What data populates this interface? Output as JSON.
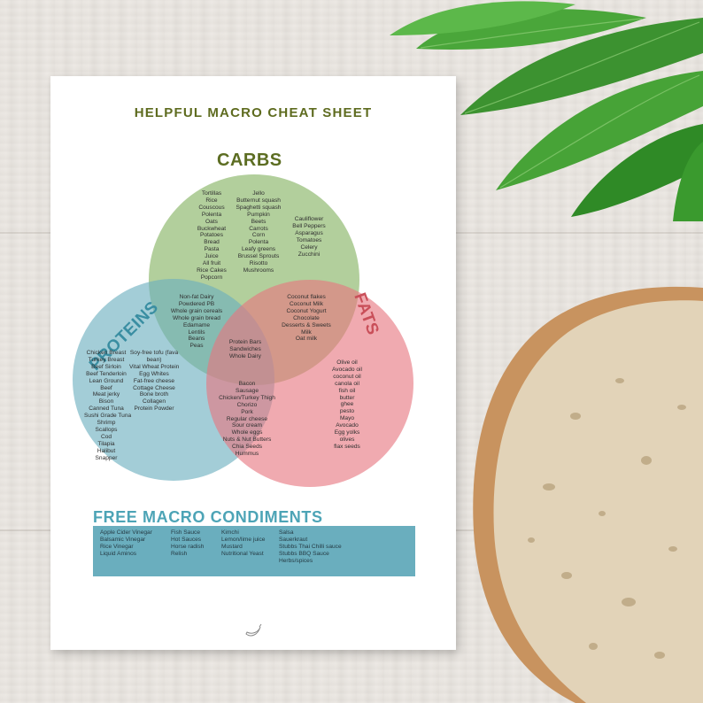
{
  "title": "HELPFUL MACRO CHEAT SHEET",
  "venn": {
    "carbs": {
      "label": "CARBS",
      "list1": [
        "Tortillas",
        "Rice",
        "Couscous",
        "Polenta",
        "Oats",
        "Buckwheat",
        "Potatoes",
        "Bread",
        "Pasta",
        "Juice",
        "All fruit",
        "Rice Cakes",
        "Popcorn"
      ],
      "list2": [
        "Jello",
        "Butternut squash",
        "Spaghetti squash",
        "Pumpkin",
        "Beets",
        "Carrots",
        "Corn",
        "Polenta",
        "Leafy greens",
        "Brussel Sprouts",
        "Risotto",
        "Mushrooms"
      ],
      "list3": [
        "Cauliflower",
        "Bell Peppers",
        "Asparagus",
        "Tomatoes",
        "Celery",
        "Zucchini"
      ]
    },
    "proteins": {
      "label": "PROTEINS",
      "list1": [
        "Chicken Breast",
        "Turkey Breast",
        "Beef Sirloin",
        "Beef Tenderloin",
        "Lean Ground",
        "Beef",
        "Meat jerky",
        "Bison",
        "Canned Tuna",
        "Sushi Grade Tuna",
        "Shrimp",
        "Scallops",
        "Cod",
        "Tilapia",
        "Halibut",
        "Snapper"
      ],
      "list2": [
        "Soy-free tofu (fava",
        "bean)",
        "Vital Wheat Protein",
        "Egg Whites",
        "Fat-free cheese",
        "Cottage Cheese",
        "Bone broth",
        "Collagen",
        "Protein Powder"
      ]
    },
    "fats": {
      "label": "FATS",
      "list": [
        "Olive oil",
        "Avocado oil",
        "coconut oil",
        "canola oil",
        "fish oil",
        "butter",
        "ghee",
        "pesto",
        "Mayo",
        "Avocado",
        "Egg yolks",
        "olives",
        "flax seeds"
      ]
    },
    "carbs_proteins": [
      "Non-fat Dairy",
      "Powdered PB",
      "Whole grain cereals",
      "Whole grain bread",
      "Edamame",
      "Lentils",
      "Beans",
      "Peas"
    ],
    "carbs_fats": [
      "Coconut flakes",
      "Coconut Milk",
      "Coconut Yogurt",
      "Chocolate",
      "Desserts & Sweets",
      "Milk",
      "Oat milk"
    ],
    "all_three": [
      "Protein Bars",
      "Sandwiches",
      "Whole Dairy"
    ],
    "proteins_fats": [
      "Bacon",
      "Sausage",
      "Chicken/Turkey Thigh",
      "Chorizo",
      "Pork",
      "Regular cheese",
      "Sour cream",
      "Whole eggs",
      "Nuts & Nut Butters",
      "Chia Seeds",
      "Hummus"
    ]
  },
  "condiments": {
    "heading": "FREE MACRO CONDIMENTS",
    "col1": [
      "Apple Cider Vinegar",
      "Balsamic Vinegar",
      "Rice Vinegar",
      "Liquid Aminos"
    ],
    "col2": [
      "Fish Sauce",
      "Hot Sauces",
      "Horse radish",
      "Relish"
    ],
    "col3": [
      "Kimchi",
      "Lemon/lime juice",
      "Mustard",
      "Nutritional Yeast"
    ],
    "col4": [
      "Salsa",
      "Sauerkraut",
      "Stubbs Thai Chilli sauce",
      "Stubbs BBQ Sauce",
      "Herbs/spices"
    ]
  },
  "icons": {
    "footer": "banana-icon"
  },
  "colors": {
    "carbs": "#83b160",
    "proteins": "#6aaebe",
    "fats": "#e67680",
    "title": "#5e6b1f"
  }
}
